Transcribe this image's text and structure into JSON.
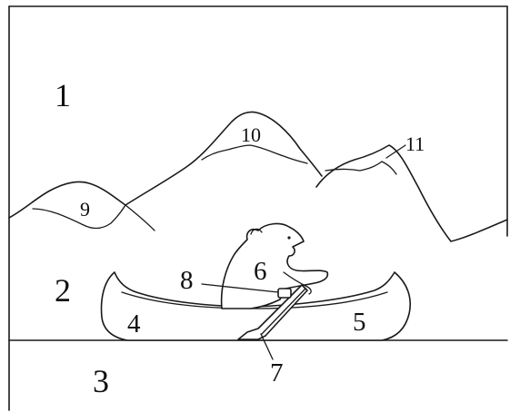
{
  "diagram": {
    "labels": {
      "l1": "1",
      "l2": "2",
      "l3": "3",
      "l4": "4",
      "l5": "5",
      "l6": "6",
      "l7": "7",
      "l8": "8",
      "l9": "9",
      "l10": "10",
      "l11": "11"
    },
    "line_color": "#1a1a1a",
    "background_color": "#ffffff"
  }
}
